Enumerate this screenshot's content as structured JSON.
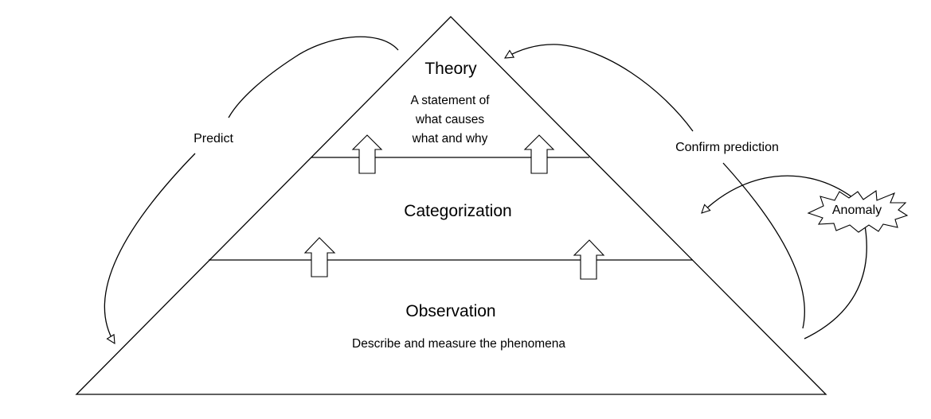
{
  "levels": {
    "theory": {
      "title": "Theory",
      "desc_lines": [
        "A statement of",
        "what causes",
        "what and why"
      ]
    },
    "categorization": {
      "title": "Categorization"
    },
    "observation": {
      "title": "Observation",
      "desc": "Describe and measure the phenomena"
    }
  },
  "cycle": {
    "predict": "Predict",
    "confirm": "Confirm prediction",
    "anomaly": "Anomaly"
  }
}
